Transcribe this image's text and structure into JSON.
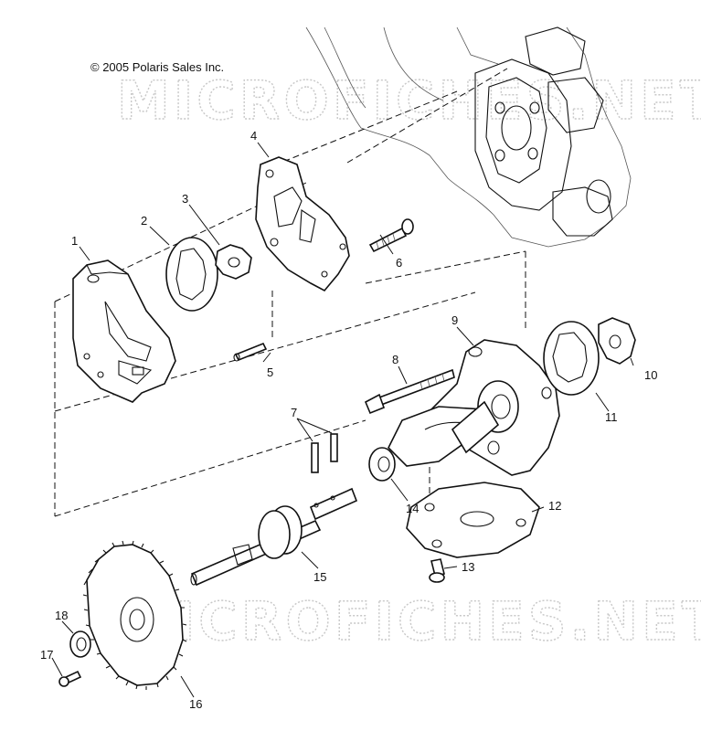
{
  "copyright": "© 2005 Polaris Sales Inc.",
  "watermarks": [
    "MICROFICHES.NET",
    "MICROFICHES.NET"
  ],
  "callouts": [
    "1",
    "2",
    "3",
    "4",
    "5",
    "6",
    "7",
    "8",
    "9",
    "10",
    "11",
    "12",
    "13",
    "14",
    "15",
    "16",
    "17",
    "18"
  ]
}
